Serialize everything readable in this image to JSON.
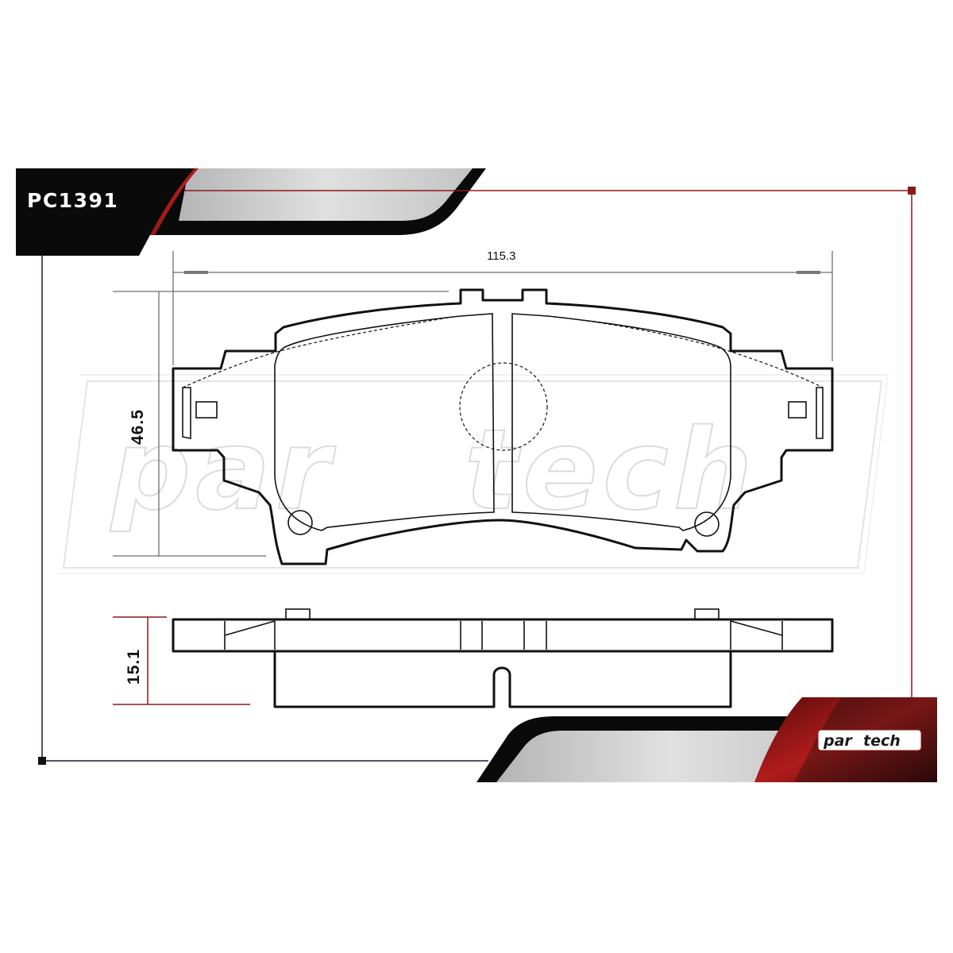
{
  "header": {
    "part_code": "PC1391"
  },
  "dimensions": {
    "length": "115.3",
    "height": "46.5",
    "thickness": "15.1"
  },
  "watermark": {
    "brand_left": "par",
    "brand_right": "tech"
  },
  "logo": {
    "brand_left": "par",
    "brand_right": "tech"
  },
  "colors": {
    "accent_red": "#8a1a1a",
    "dark": "#111111",
    "banner_gray": "#cfcfcf"
  }
}
